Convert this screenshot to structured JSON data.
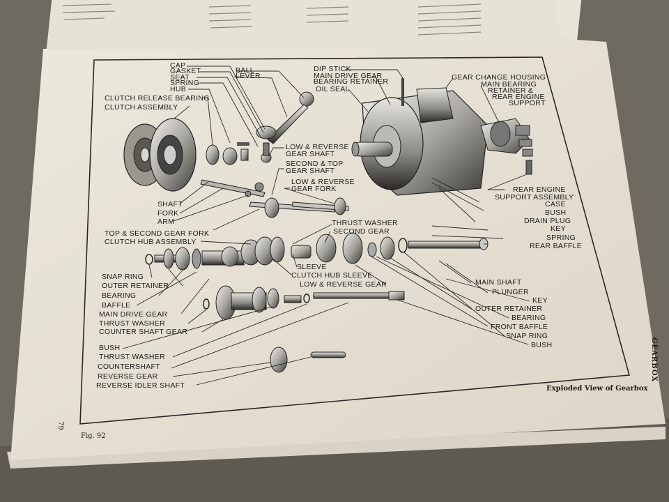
{
  "figure": {
    "fig_number": "Fig. 92",
    "page_number": "79",
    "section_title": "GEARBOX",
    "caption": "Exploded View of Gearbox"
  },
  "labels": {
    "cap": "CAP",
    "gasket": "GASKET",
    "seat": "SEAT",
    "spring_top": "SPRING",
    "hub": "HUB",
    "clutch_release_bearing": "CLUTCH RELEASE BEARING",
    "clutch_assembly": "CLUTCH ASSEMBLY",
    "ball": "BALL",
    "lever": "LEVER",
    "dip_stick": "DIP STICK",
    "main_drive_gear_bearing_retainer_1": "MAIN DRIVE GEAR",
    "main_drive_gear_bearing_retainer_2": "BEARING RETAINER",
    "oil_seal": "OIL SEAL",
    "gear_change_housing": "GEAR CHANGE HOUSING",
    "main_bearing_1": "MAIN BEARING",
    "main_bearing_2": "RETAINER &",
    "main_bearing_3": "REAR ENGINE",
    "main_bearing_4": "SUPPORT",
    "low_reverse_gear_shaft_1": "LOW & REVERSE",
    "low_reverse_gear_shaft_2": "GEAR SHAFT",
    "second_top_gear_shaft_1": "SECOND & TOP",
    "second_top_gear_shaft_2": "GEAR SHAFT",
    "low_reverse_gear_fork_1": "LOW & REVERSE",
    "low_reverse_gear_fork_2": "GEAR FORK",
    "rear_engine_support_1": "REAR ENGINE",
    "rear_engine_support_2": "SUPPORT ASSEMBLY",
    "case": "CASE",
    "bush_right": "BUSH",
    "drain_plug": "DRAIN PLUG",
    "key_right": "KEY",
    "spring_right": "SPRING",
    "rear_baffle": "REAR BAFFLE",
    "shaft": "SHAFT",
    "fork": "FORK",
    "arm": "ARM",
    "top_second_gear_fork": "TOP & SECOND GEAR FORK",
    "clutch_hub_assembly": "CLUTCH HUB ASSEMBLY",
    "thrust_washer_top": "THRUST WASHER",
    "second_gear": "SECOND GEAR",
    "sleeve": "SLEEVE",
    "clutch_hub_sleeve": "CLUTCH HUB SLEEVE",
    "low_reverse_gear": "LOW & REVERSE GEAR",
    "snap_ring_left": "SNAP RING",
    "outer_retainer_left": "OUTER RETAINER",
    "bearing_left": "BEARING",
    "baffle": "BAFFLE",
    "main_drive_gear": "MAIN DRIVE GEAR",
    "thrust_washer_left": "THRUST WASHER",
    "counter_shaft_gear": "COUNTER SHAFT GEAR",
    "bush_left": "BUSH",
    "thrust_washer_left2": "THRUST WASHER",
    "countershaft": "COUNTERSHAFT",
    "reverse_gear": "REVERSE GEAR",
    "reverse_idler_shaft": "REVERSE IDLER SHAFT",
    "main_shaft": "MAIN SHAFT",
    "plunger": "PLUNGER",
    "key_mid": "KEY",
    "outer_retainer_right": "OUTER RETAINER",
    "bearing_right": "BEARING",
    "front_baffle": "FRONT BAFFLE",
    "snap_ring_right": "SNAP RING",
    "bush_bottom": "BUSH"
  }
}
